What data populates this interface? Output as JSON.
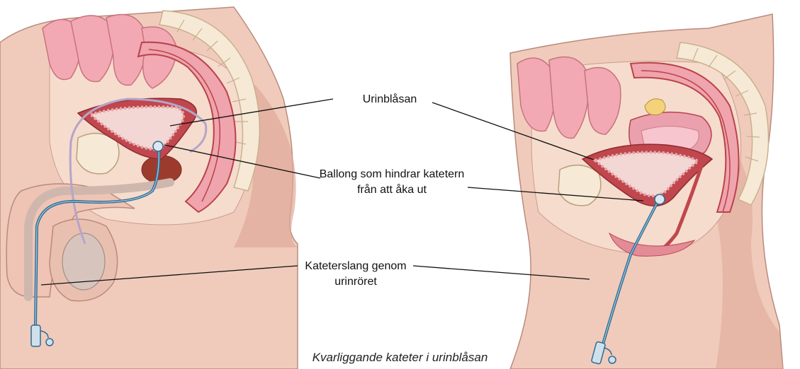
{
  "labels": {
    "bladder": "Urinblåsan",
    "balloon": "Ballong som hindrar katetern från att åka ut",
    "tube": "Kateterslang genom urinröret"
  },
  "caption": "Kvarliggande kateter i urinblåsan",
  "colors": {
    "skin": "#eab9a8",
    "skin_dark": "#cf8f7e",
    "bone": "#f6ead6",
    "bladder_wall": "#c0474d",
    "bladder_inner": "#f3d7d4",
    "organ_pink": "#f0a4ad",
    "catheter": "#3d7fa8"
  }
}
